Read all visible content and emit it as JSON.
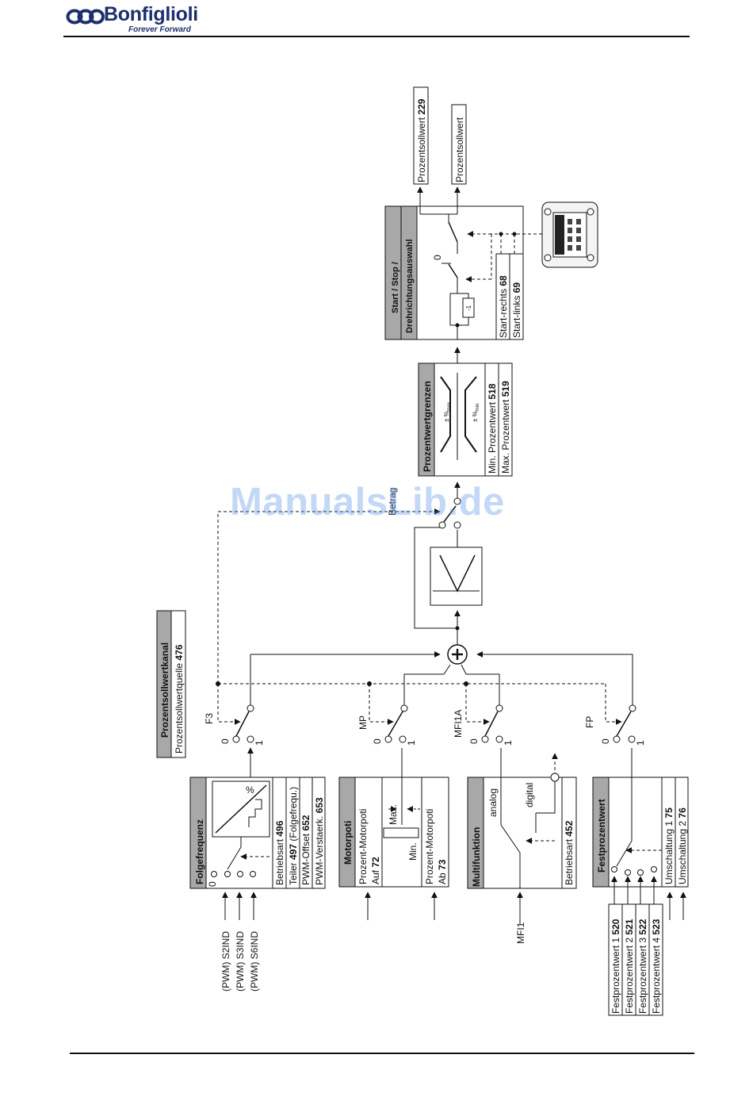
{
  "header": {
    "brand": "Bonfiglioli",
    "tagline": "Forever Forward"
  },
  "watermark": "ManualsLib.de",
  "prozentsollwertkanal": {
    "title": "Prozentsollwertkanal",
    "param_label": "Prozentsollwertquelle",
    "param_num": "476"
  },
  "folgefrequenz": {
    "title": "Folgefrequenz",
    "inputs": [
      "(PWM) S2IND",
      "(PWM) S3IND",
      "(PWM) S6IND"
    ],
    "zero": "0",
    "percent": "%",
    "params": [
      {
        "label": "Betriebsart",
        "num": "496",
        "suffix": ""
      },
      {
        "label": "Teiler",
        "num": "497",
        "suffix": "(Folgefrequ.)"
      },
      {
        "label": "PWM-Offset",
        "num": "652",
        "suffix": ""
      },
      {
        "label": "PWM-Verstaerk.",
        "num": "653",
        "suffix": ""
      }
    ],
    "switch_label": "F3",
    "switch_pos0": "0",
    "switch_pos1": "1"
  },
  "motorpoti": {
    "title": "Motorpoti",
    "auf_line1": "Prozent-Motorpoti",
    "auf_line2": "Auf",
    "auf_num": "72",
    "ab_line1": "Prozent-Motorpoti",
    "ab_line2": "Ab",
    "ab_num": "73",
    "max": "Max.",
    "min": "Min.",
    "switch_label": "MP",
    "switch_pos0": "0",
    "switch_pos1": "1"
  },
  "multifunktion": {
    "title": "Multifunktion",
    "analog": "analog",
    "digital": "digital",
    "param_label": "Betriebsart",
    "param_num": "452",
    "input": "MFI1",
    "switch_label": "MFI1A",
    "switch_pos0": "0",
    "switch_pos1": "1"
  },
  "festprozentwert": {
    "title": "Festprozentwert",
    "params": [
      {
        "label": "Festprozentwert 1",
        "num": "520"
      },
      {
        "label": "Festprozentwert 2",
        "num": "521"
      },
      {
        "label": "Festprozentwert 3",
        "num": "522"
      },
      {
        "label": "Festprozentwert 4",
        "num": "523"
      }
    ],
    "umschaltung": [
      {
        "label": "Umschaltung 1",
        "num": "75"
      },
      {
        "label": "Umschaltung 2",
        "num": "76"
      }
    ],
    "switch_label": "FP",
    "switch_pos0": "0",
    "switch_pos1": "1"
  },
  "betrag_label": "Betrag",
  "prozentwertgrenzen": {
    "title": "Prozentwertgrenzen",
    "max_sym": "± %",
    "max_sub": "max",
    "min_sym": "± %",
    "min_sub": "min",
    "params": [
      {
        "label": "Min. Prozentwert",
        "num": "518"
      },
      {
        "label": "Max. Prozentwert",
        "num": "519"
      }
    ]
  },
  "startstop": {
    "title_line1": "Start / Stop /",
    "title_line2": "Drehrichtungsauswahl",
    "neg_one": "-1",
    "zero": "0",
    "params": [
      {
        "label": "Start-rechts",
        "num": "68"
      },
      {
        "label": "Start-links",
        "num": "69"
      }
    ]
  },
  "outputs": [
    {
      "label": "Prozentsollwert",
      "num": "229"
    },
    {
      "label": "Prozentsollwert",
      "num": ""
    }
  ]
}
